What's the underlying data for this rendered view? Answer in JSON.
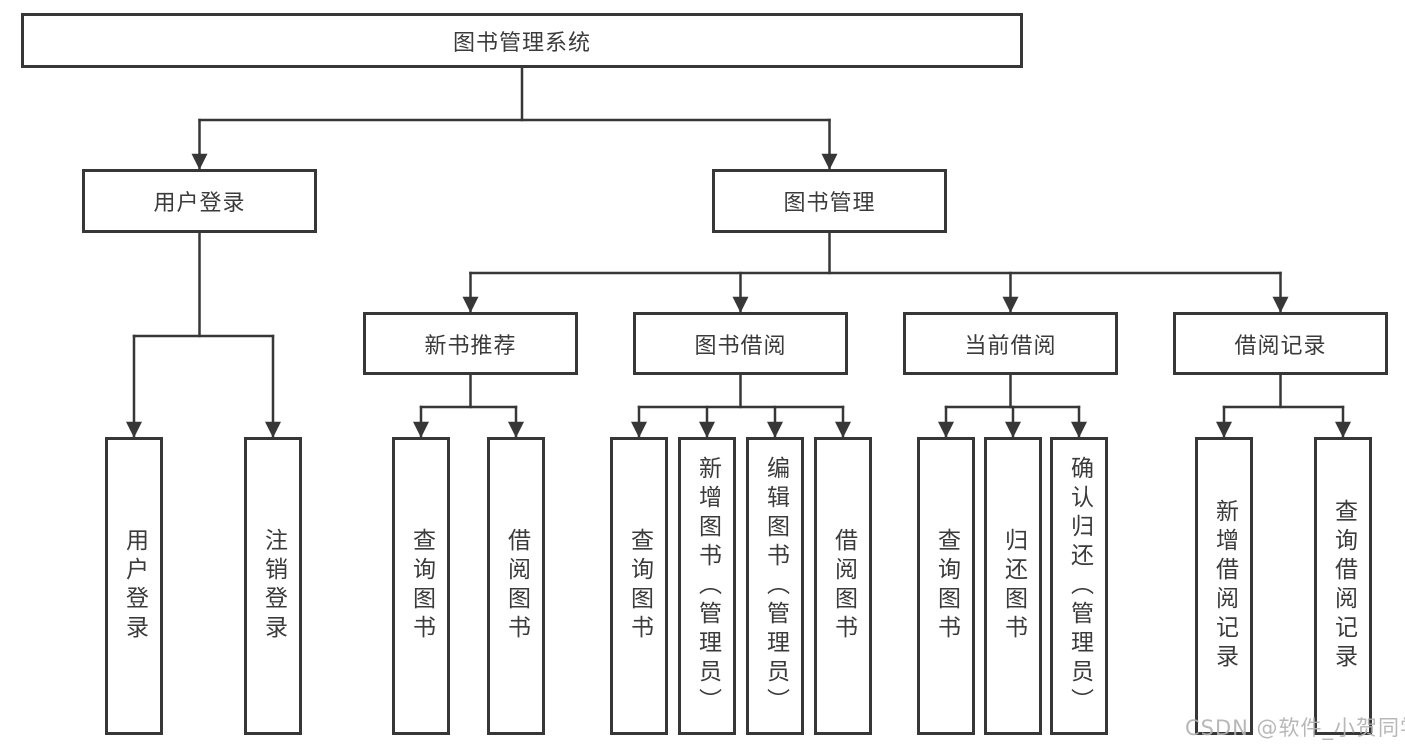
{
  "diagram": {
    "tree": {
      "root": {
        "label": "图书管理系统"
      },
      "level2": [
        {
          "label": "用户登录",
          "children": [
            {
              "label": "用户登录"
            },
            {
              "label": "注销登录"
            }
          ]
        },
        {
          "label": "图书管理",
          "children": [
            {
              "label": "新书推荐",
              "children": [
                {
                  "label": "查询图书"
                },
                {
                  "label": "借阅图书"
                }
              ]
            },
            {
              "label": "图书借阅",
              "children": [
                {
                  "label": "查询图书"
                },
                {
                  "label": "新增图书（管理员）"
                },
                {
                  "label": "编辑图书（管理员）"
                },
                {
                  "label": "借阅图书"
                }
              ]
            },
            {
              "label": "当前借阅",
              "children": [
                {
                  "label": "查询图书"
                },
                {
                  "label": "归还图书"
                },
                {
                  "label": "确认归还（管理员）"
                }
              ]
            },
            {
              "label": "借阅记录",
              "children": [
                {
                  "label": "新增借阅记录"
                },
                {
                  "label": "查询借阅记录"
                }
              ]
            }
          ]
        }
      ]
    },
    "watermark": {
      "text": "CSDN @软件_小贺同学"
    },
    "colors": {
      "line": "#373737",
      "box_border": "#373737",
      "box_fill": "#ffffff",
      "text": "#3b3b3b",
      "watermark": "#b2b2b2"
    }
  }
}
